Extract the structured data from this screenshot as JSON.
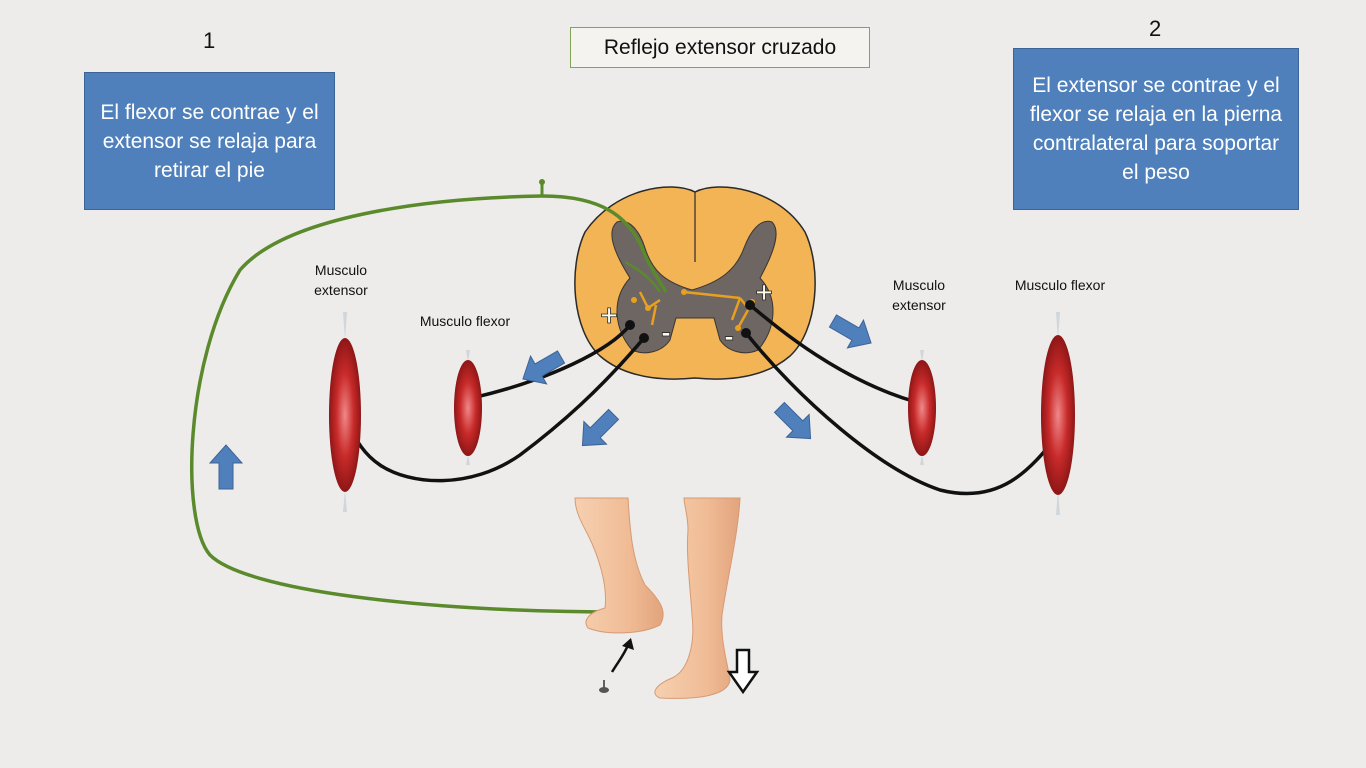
{
  "title": "Reflejo extensor cruzado",
  "panel_numbers": {
    "left": "1",
    "right": "2"
  },
  "info_left": "El flexor se contrae y el extensor se relaja para retirar el pie",
  "info_right": "El extensor se contrae y el flexor se relaja en la pierna contralateral para soportar el peso",
  "muscle_labels": {
    "left_extensor": "Musculo extensor",
    "left_flexor": "Musculo flexor",
    "right_extensor": "Musculo extensor",
    "right_flexor": "Musculo flexor"
  },
  "signs": {
    "plus": "+",
    "minus": "-"
  },
  "colors": {
    "background": "#edecea",
    "info_box": "#4f80bc",
    "title_border": "#7fa653",
    "sensory_nerve": "#5a8a2c",
    "motor_nerve": "#111111",
    "spinal_white": "#f2b455",
    "spinal_gray": "#6e6662",
    "interneuron": "#e8a020",
    "muscle": "#c02828",
    "skin": "#f2c4a0",
    "arrow": "#4f80bc"
  }
}
